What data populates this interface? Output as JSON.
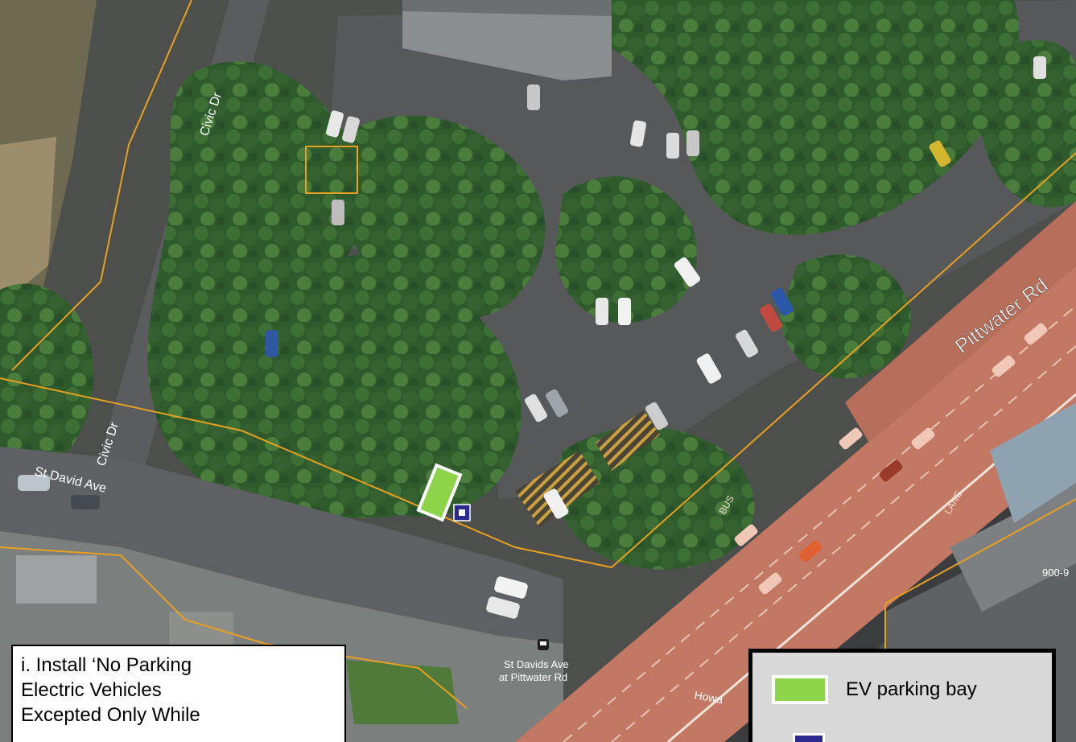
{
  "map": {
    "roads": {
      "pittwater_rd": "Pittwater Rd",
      "civic_dr_north": "Civic Dr",
      "civic_dr_south": "Civic Dr",
      "st_david_ave": "St David Ave",
      "howard_partial": "Howa"
    },
    "bus_stop": {
      "line1": "St Davids Ave",
      "line2": "at Pittwater Rd"
    },
    "road_markings": {
      "bus_lane": "BUS",
      "lane_1": "LANE"
    },
    "building_number": "900-9",
    "colors": {
      "ev_bay_fill": "#8dd44b",
      "charger_fill": "#2b2b8f",
      "cadastral_line": "#e8a020",
      "road_surface": "#c27862"
    }
  },
  "note": {
    "lines": [
      "i. Install ‘No Parking",
      "Electric Vehicles",
      "Excepted Only While"
    ]
  },
  "legend": {
    "items": [
      {
        "label": "EV parking bay",
        "swatch": "ev-bay"
      },
      {
        "label": "",
        "swatch": "charger"
      }
    ]
  }
}
